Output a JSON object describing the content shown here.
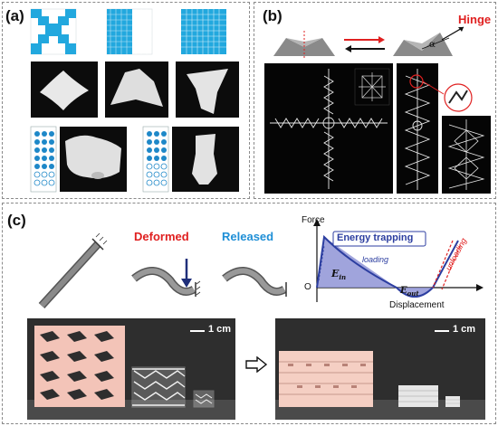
{
  "panels": {
    "a": {
      "label": "(a)"
    },
    "b": {
      "label": "(b)",
      "hinge_label": "Hinge",
      "angle_symbol": "α"
    },
    "c": {
      "label": "(c)",
      "deformed_label": "Deformed",
      "released_label": "Released",
      "graph": {
        "ylabel": "Force",
        "xlabel": "Displacement",
        "origin_label": "O",
        "energy_title": "Energy trapping",
        "loading_label": "loading",
        "unloading_label": "unloading",
        "ein_label": "E",
        "ein_sub": "in",
        "eout_label": "E",
        "eout_sub": "out"
      },
      "scale_left": "1 cm",
      "scale_right": "1 cm"
    }
  },
  "colors": {
    "cyan": "#22a8de",
    "red": "#e02020",
    "blue_label": "#1f8fd6",
    "navy": "#1f2f7a",
    "pink": "#f3c4b8",
    "graph_fill": "#8f94d6"
  }
}
